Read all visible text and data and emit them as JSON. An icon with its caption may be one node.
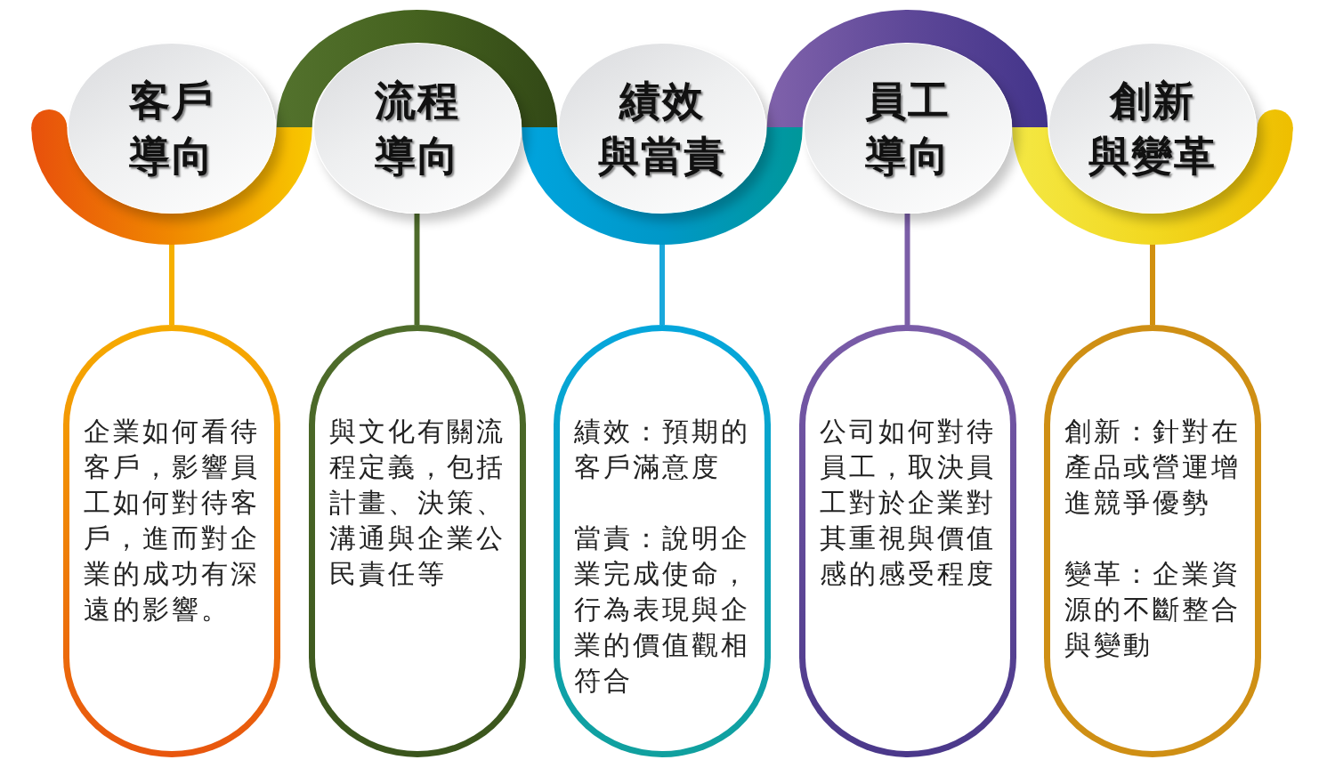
{
  "diagram": {
    "nodes": [
      {
        "text": [
          "客戶導向"
        ]
      },
      {
        "text": [
          "流程導向"
        ]
      },
      {
        "text": [
          "績效與當責"
        ]
      },
      {
        "text": [
          "員工導向"
        ]
      },
      {
        "text": [
          "創新與變革"
        ]
      },
      {
        "text": [
          "企業如何看待客戶，影響員工如何對待客戶，進而對企業的成功有深遠的影響。"
        ]
      },
      {
        "text": [
          "與文化有關流程定義，包括計畫、決策、溝通與企業公民責任等"
        ]
      },
      {
        "text": [
          "績效：預期的客戶滿意度",
          "當責：說明企業完成使命，行為表現與企業的價值觀相符合"
        ]
      },
      {
        "text": [
          "公司如何對待員工，取決員工對於企業對其重視與價值感的感受程度"
        ]
      },
      {
        "text": [
          "創新：針對在產品或營運增進競爭優勢",
          "變革：企業資源的不斷整合與變動"
        ]
      }
    ],
    "edges": [
      {
        "from": 0,
        "to": 5,
        "arrow": "none",
        "color": "#f6b000"
      },
      {
        "from": 1,
        "to": 6,
        "arrow": "none",
        "color": "#4e6b2b"
      },
      {
        "from": 2,
        "to": 7,
        "arrow": "none",
        "color": "#19a8dc"
      },
      {
        "from": 3,
        "to": 8,
        "arrow": "none",
        "color": "#7b5ea7"
      },
      {
        "from": 4,
        "to": 9,
        "arrow": "none",
        "color": "#d1900f"
      }
    ]
  }
}
